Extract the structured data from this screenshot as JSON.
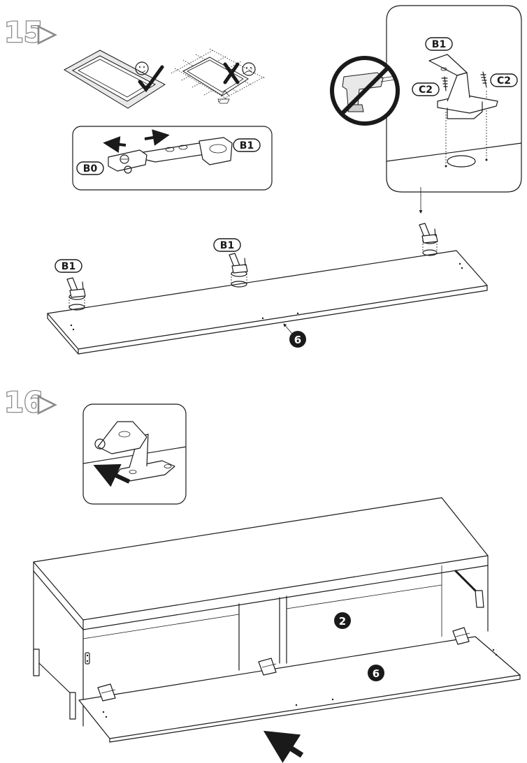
{
  "steps": [
    {
      "number": "15"
    },
    {
      "number": "16"
    }
  ],
  "labels": {
    "b0": "B0",
    "b1": "B1",
    "c2": "C2"
  },
  "parts": {
    "door_panel": "6",
    "shelf": "2"
  },
  "icons": {
    "ok": "smiley-check-icon",
    "not_ok": "frown-cross-icon",
    "no_power_drill": "no-power-drill-icon"
  }
}
